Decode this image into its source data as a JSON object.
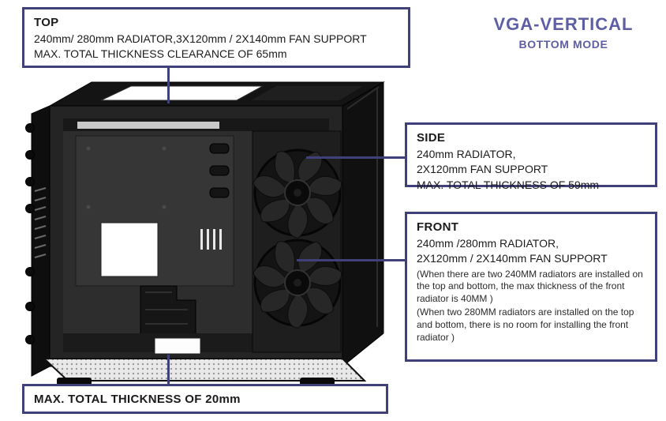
{
  "header": {
    "title": "VGA-VERTICAL",
    "subtitle": "BOTTOM MODE"
  },
  "callouts": {
    "top": {
      "heading": "TOP",
      "lines": [
        "240mm/ 280mm RADIATOR,3X120mm / 2X140mm FAN SUPPORT",
        "MAX. TOTAL THICKNESS CLEARANCE OF 65mm"
      ]
    },
    "side": {
      "heading": "SIDE",
      "lines": [
        "240mm RADIATOR,",
        "2X120mm FAN SUPPORT",
        "MAX. TOTAL THICKNESS OF 59mm"
      ]
    },
    "front": {
      "heading": "FRONT",
      "lines": [
        "240mm /280mm RADIATOR,",
        "2X120mm / 2X140mm FAN SUPPORT"
      ],
      "notes": [
        "(When there are two 240MM radiators are installed on the top and bottom, the max thickness of the front radiator is 40MM )",
        "(When two 280MM radiators are installed on the top and bottom, there is no room for installing the front radiator )"
      ]
    },
    "bottom": {
      "heading": "MAX. TOTAL THICKNESS OF 20mm"
    }
  },
  "illustration": {
    "name": "pc-case-front-left-view"
  },
  "colors": {
    "accent": "#5e5ea4",
    "border": "#41417a",
    "case_black": "#141414"
  }
}
